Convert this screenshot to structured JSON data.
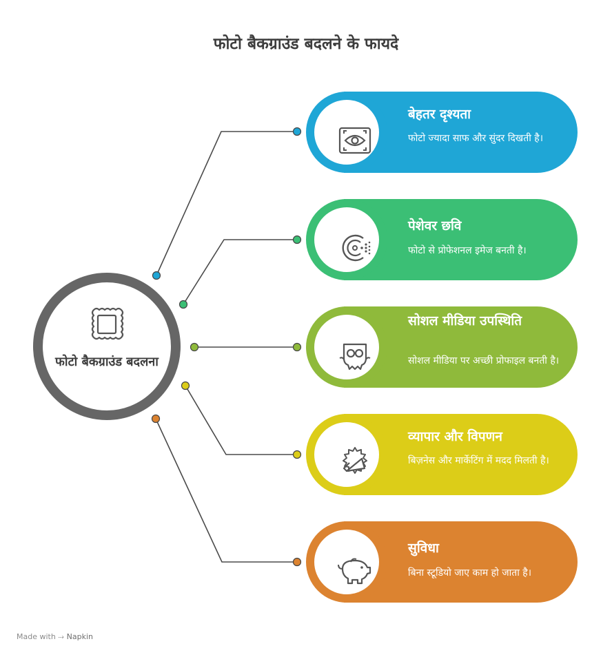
{
  "title": "फोटो बैकग्राउंड बदलने के फायदे",
  "hub": {
    "label": "फोटो बैकग्राउंड बदलना",
    "icon": "frame-icon",
    "color": "#666666"
  },
  "benefits": [
    {
      "title": "बेहतर दृश्यता",
      "desc": "फोटो ज्यादा साफ और सुंदर दिखती है।",
      "color": "#1fa6d6",
      "icon": "eye-icon"
    },
    {
      "title": "पेशेवर छवि",
      "desc": "फोटो से प्रोफेशनल इमेज बनती है।",
      "color": "#3bbf75",
      "icon": "dotted-c-icon"
    },
    {
      "title": "सोशल मीडिया उपस्थिति",
      "desc": "सोशल मीडिया पर अच्छी प्रोफाइल बनती है।",
      "color": "#8fba3b",
      "icon": "glasses-face-icon"
    },
    {
      "title": "व्यापार और विपणन",
      "desc": "बिज़नेस और मार्केटिंग में मदद मिलती है।",
      "color": "#dccd18",
      "icon": "megaphone-icon"
    },
    {
      "title": "सुविधा",
      "desc": "बिना स्टूडियो जाए काम हो जाता है।",
      "color": "#dc8330",
      "icon": "piggy-bank-icon"
    }
  ],
  "footer": {
    "made_with": "Made with",
    "brand": "Napkin"
  }
}
